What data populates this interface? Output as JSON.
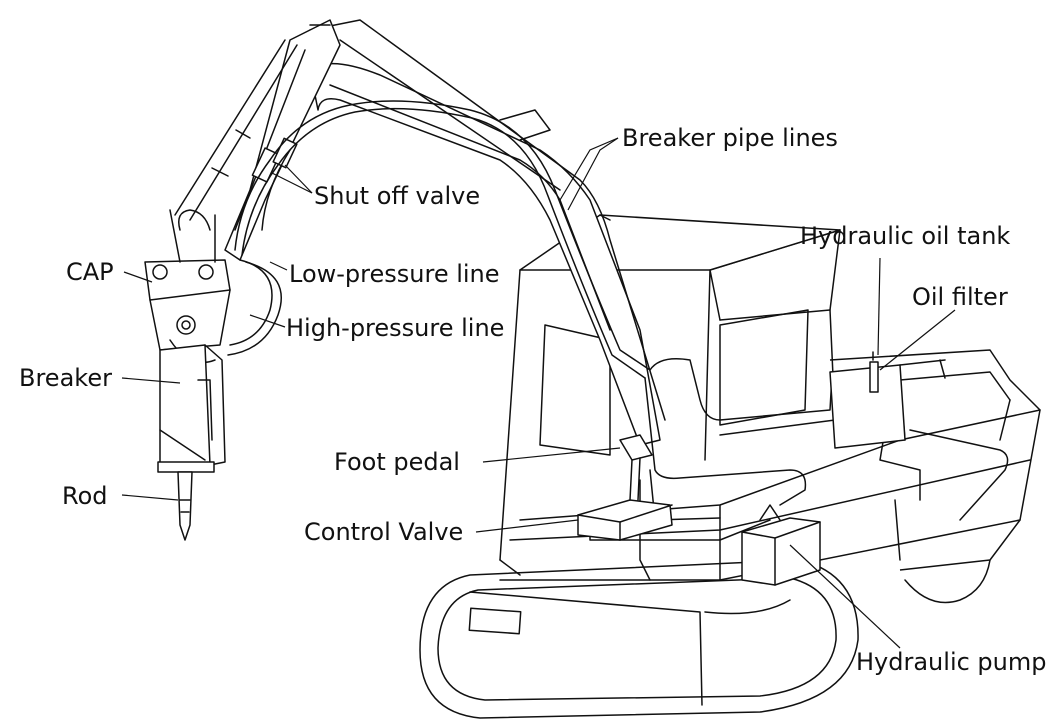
{
  "labels": {
    "breaker_pipe_lines": "Breaker pipe lines",
    "shut_off_valve": "Shut off valve",
    "hydraulic_oil_tank": "Hydraulic oil tank",
    "cap": "CAP",
    "low_pressure_line": "Low-pressure line",
    "oil_filter": "Oil filter",
    "high_pressure_line": "High-pressure line",
    "breaker": "Breaker",
    "foot_pedal": "Foot pedal",
    "rod": "Rod",
    "control_valve": "Control Valve",
    "hydraulic_pump": "Hydraulic pump"
  }
}
